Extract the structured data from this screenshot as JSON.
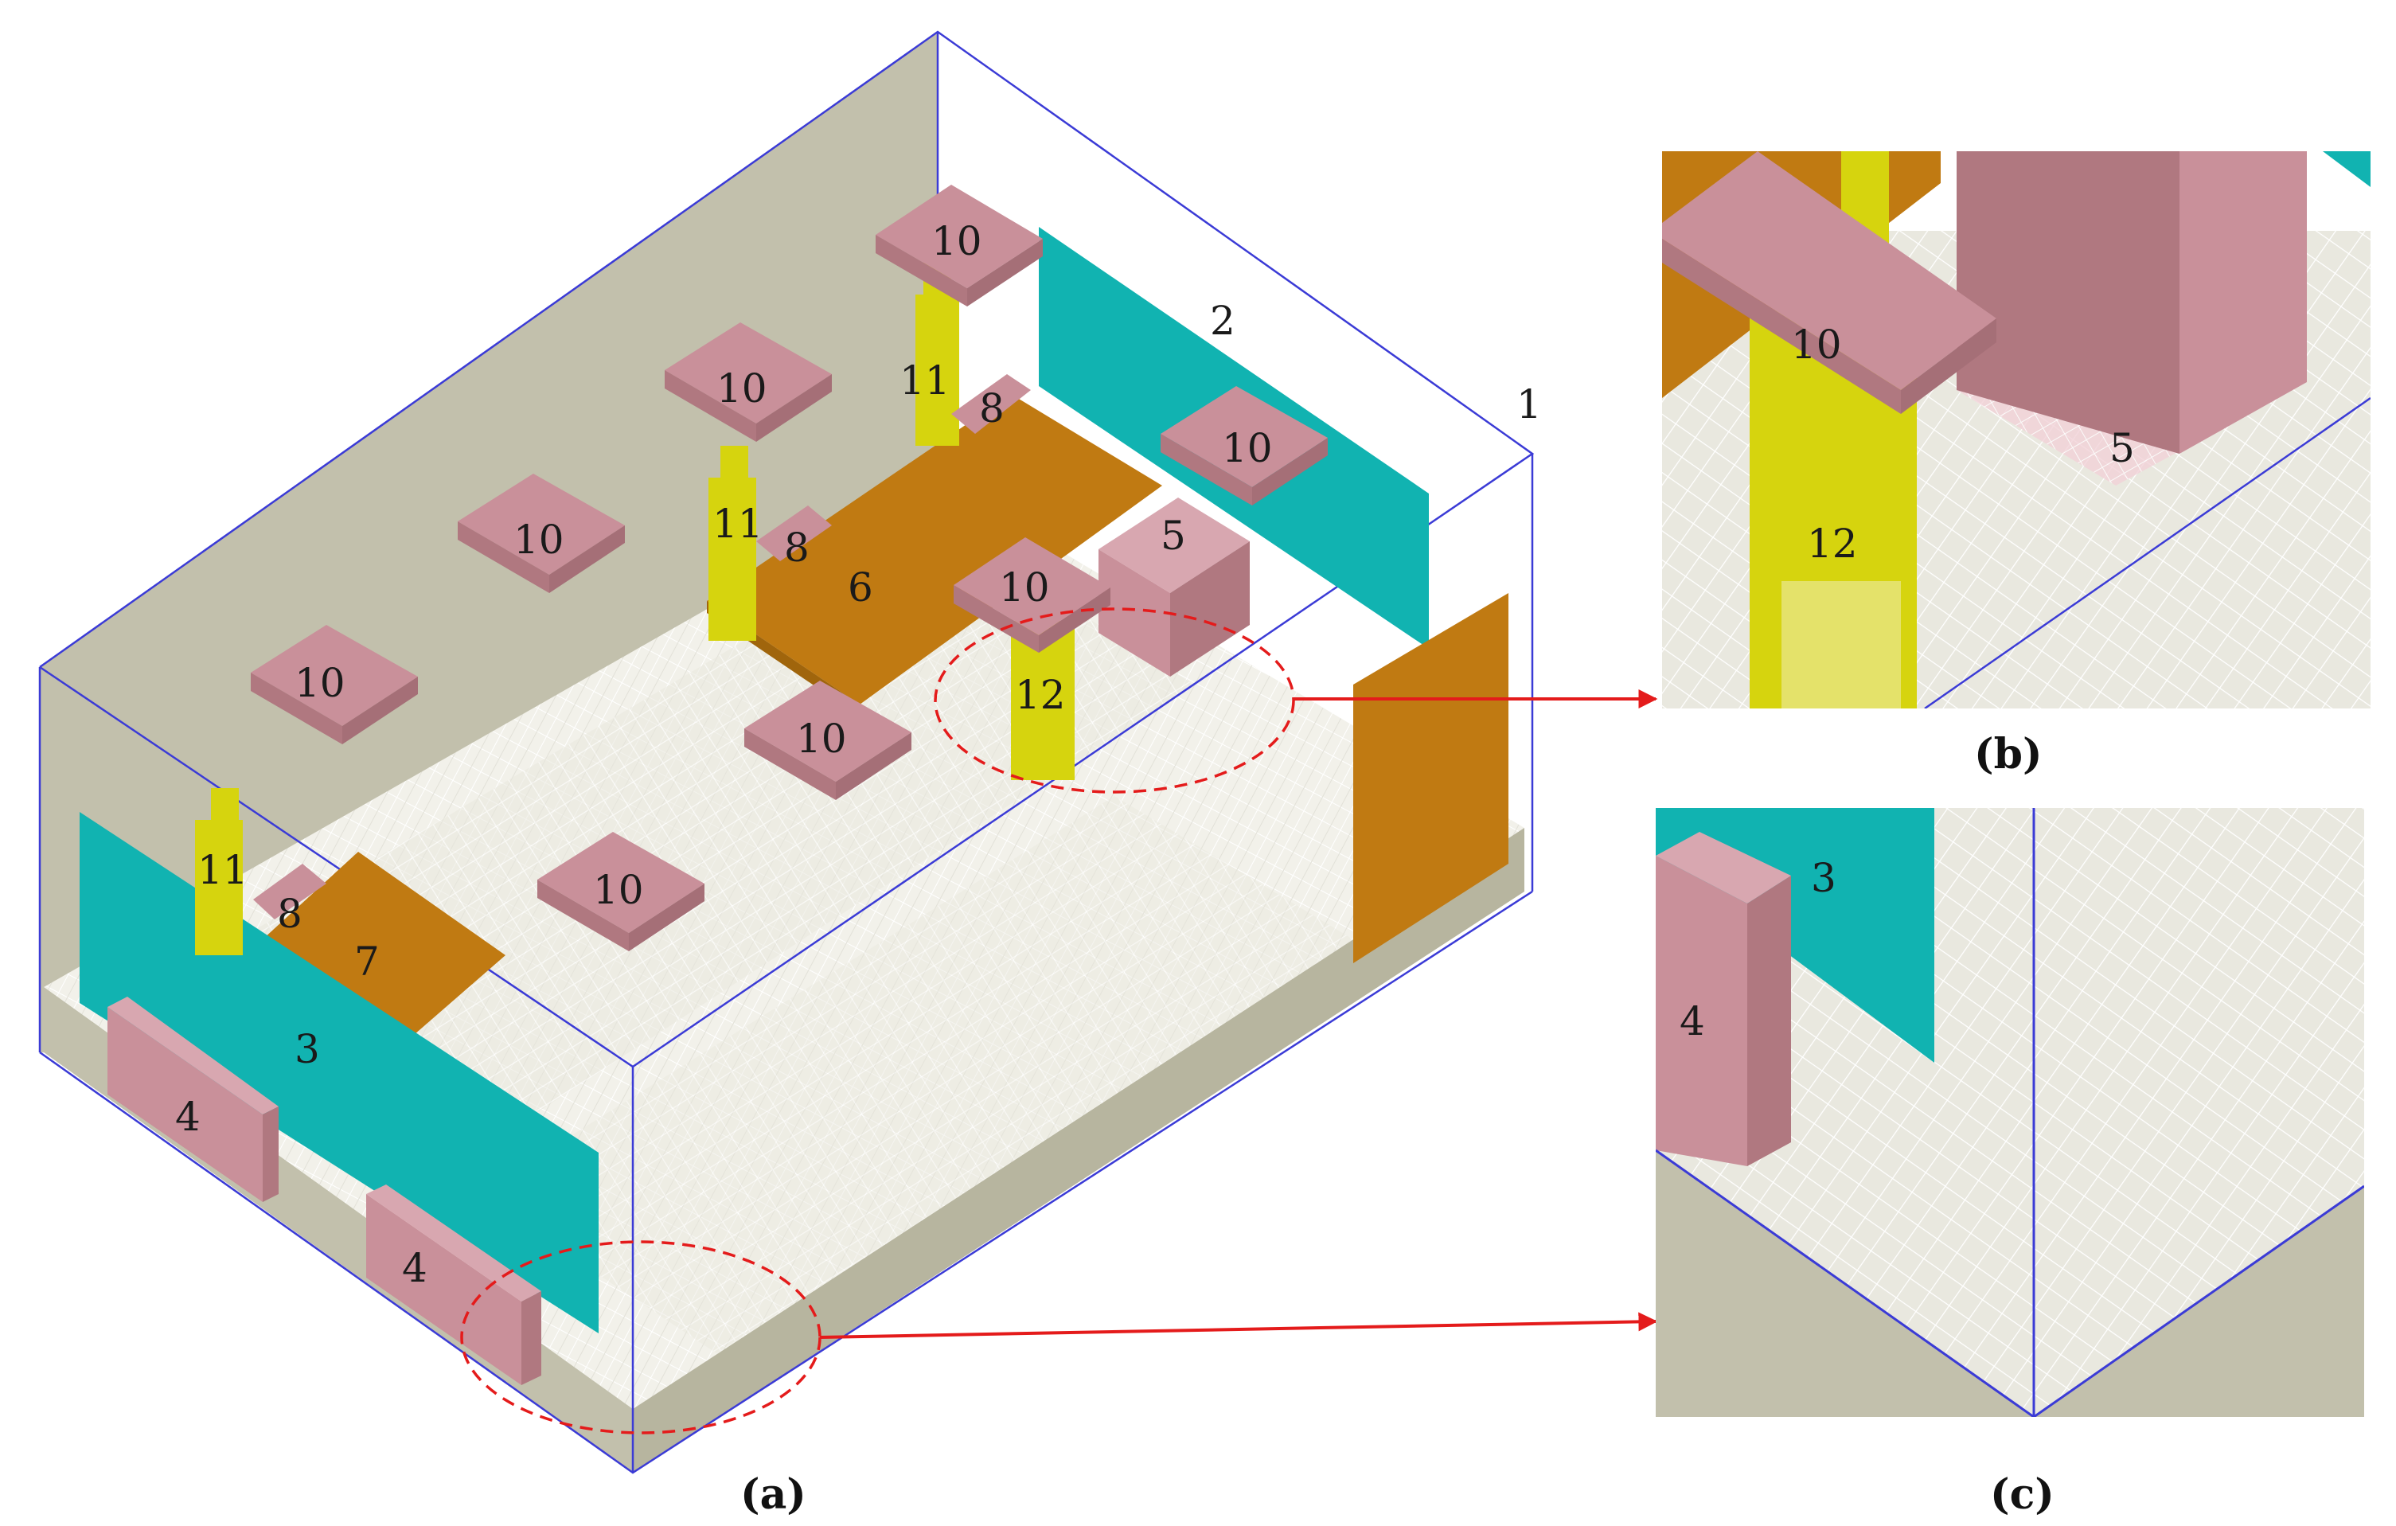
{
  "panels": {
    "a": "(a)",
    "b": "(b)",
    "c": "(c)"
  },
  "labels": {
    "domain": "1",
    "screen_top": "2",
    "screen_front": "3",
    "speaker": "4",
    "cabinet": "5",
    "table_main": "6",
    "table_small": "7",
    "laptop": "8",
    "lamp": "10",
    "person_seated": "11",
    "person_standing": "12"
  },
  "colors": {
    "wall": "#c2c0ac",
    "floor": "#f4f4ee",
    "mesh": "#ffffff",
    "pink": "#c9909a",
    "pink_side": "#b88089",
    "teal": "#11b3b1",
    "orange": "#c07a12",
    "yellow": "#d6d40e",
    "box_edge": "#3b3bd6",
    "callout": "#e41b1b"
  }
}
